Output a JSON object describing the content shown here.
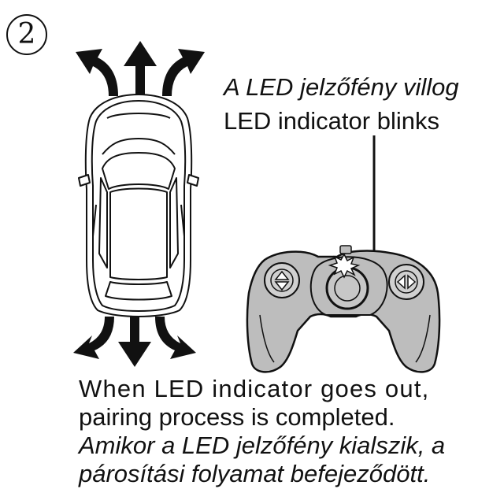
{
  "step": {
    "number": "2"
  },
  "led_label": {
    "hungarian": "A LED jelzőfény villog",
    "english": "LED indicator blinks"
  },
  "caption": {
    "english_line1": "When LED indicator goes out,",
    "english_line2": "pairing process is completed.",
    "hungarian_line1": "Amikor a LED jelzőfény kialszik, a",
    "hungarian_line2": "párosítási folyamat befejeződött."
  },
  "colors": {
    "ink": "#111111",
    "controller_fill": "#bdbdbd",
    "background": "#ffffff"
  },
  "icons": [
    "direction-arrows-icon",
    "car-topview-icon",
    "remote-controller-icon",
    "led-blink-icon"
  ]
}
